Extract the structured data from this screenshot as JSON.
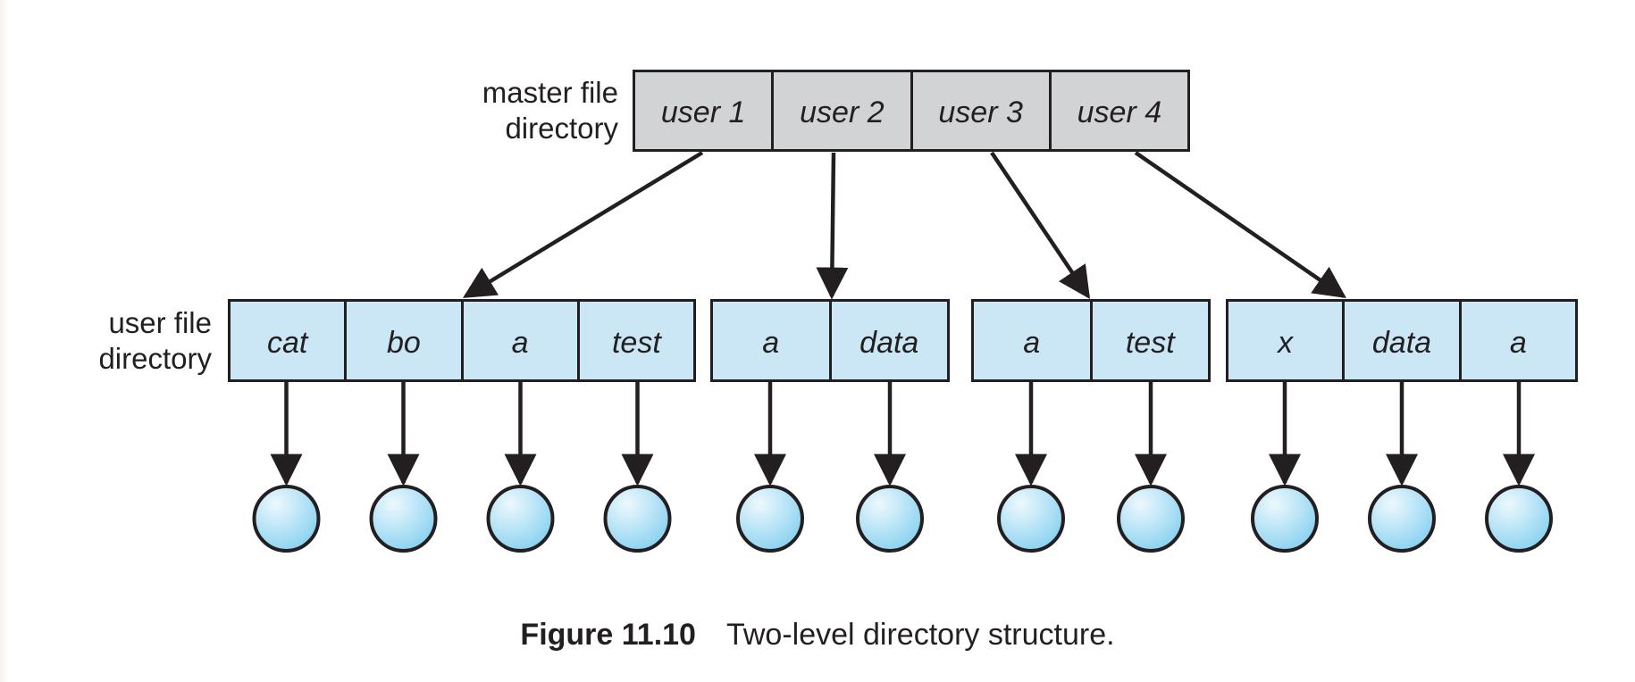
{
  "diagram": {
    "master_label": {
      "line1": "master file",
      "line2": "directory"
    },
    "user_label": {
      "line1": "user file",
      "line2": "directory"
    },
    "mfd": {
      "cells": [
        "user 1",
        "user 2",
        "user 3",
        "user 4"
      ]
    },
    "ufd": {
      "groups": [
        {
          "cells": [
            "cat",
            "bo",
            "a",
            "test"
          ]
        },
        {
          "cells": [
            "a",
            "data"
          ]
        },
        {
          "cells": [
            "a",
            "test"
          ]
        },
        {
          "cells": [
            "x",
            "data",
            "a"
          ]
        }
      ]
    },
    "file_symbol": "circle",
    "file_count": 11
  },
  "caption": {
    "figure": "Figure 11.10",
    "text": "Two-level directory structure."
  },
  "colors": {
    "stroke": "#231f20",
    "mfd_fill": "#d1d3d4",
    "ufd_fill": "#cbe7f6",
    "circle_highlight": "#edf8fd",
    "circle_mid": "#bfe7f8",
    "circle_edge": "#86d0ef"
  }
}
